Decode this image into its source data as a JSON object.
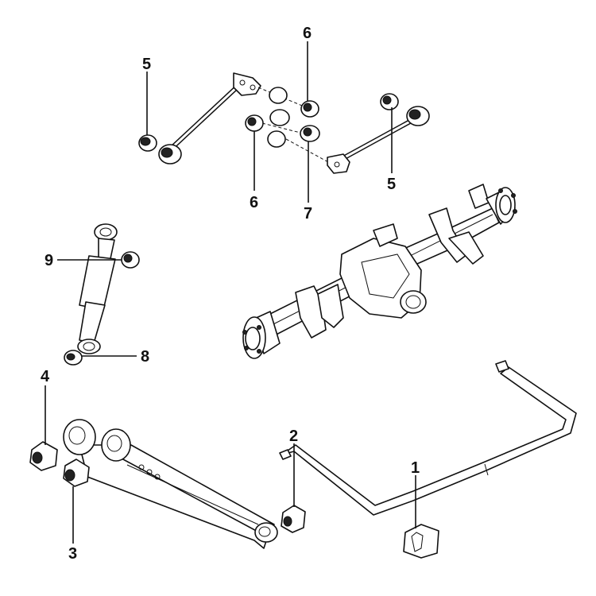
{
  "diagram": {
    "callouts": [
      {
        "id": "c1",
        "text": "1"
      },
      {
        "id": "c2",
        "text": "2"
      },
      {
        "id": "c3",
        "text": "3"
      },
      {
        "id": "c4",
        "text": "4"
      },
      {
        "id": "c5a",
        "text": "5"
      },
      {
        "id": "c5b",
        "text": "5"
      },
      {
        "id": "c6a",
        "text": "6"
      },
      {
        "id": "c6b",
        "text": "6"
      },
      {
        "id": "c7",
        "text": "7"
      },
      {
        "id": "c8",
        "text": "8"
      },
      {
        "id": "c9",
        "text": "9"
      }
    ]
  }
}
